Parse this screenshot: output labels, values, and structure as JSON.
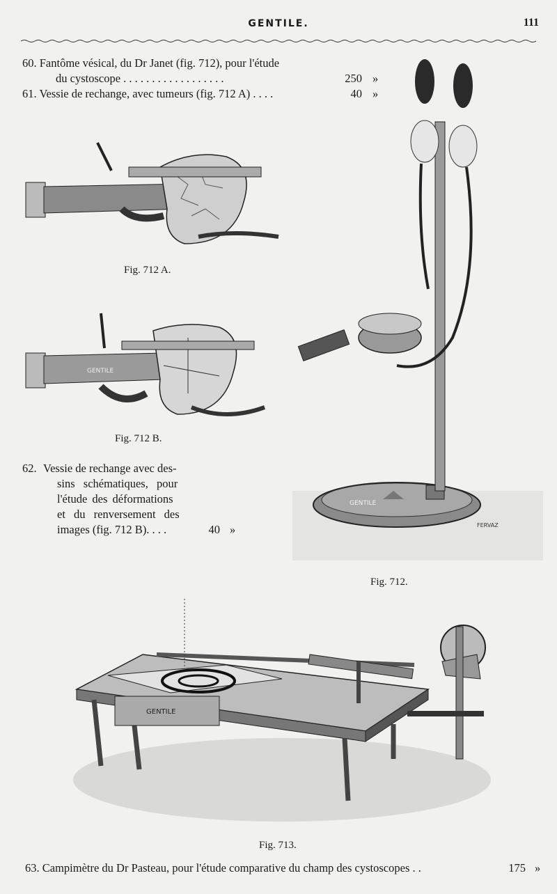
{
  "header": {
    "title": "GENTILE.",
    "page_number": "111"
  },
  "items": [
    {
      "number": "60.",
      "line1": "Fantôme vésical, du Dr Janet (fig. 712), pour l'étude",
      "line2": "du cystoscope . . . . . . . . . . . . . . . . . .",
      "price": "250",
      "unit": "»"
    },
    {
      "number": "61.",
      "line1": "Vessie de rechange, avec tumeurs (fig. 712 A) . . . .",
      "price": "40",
      "unit": "»"
    },
    {
      "number": "62.",
      "lines": [
        "Vessie de rechange avec des-",
        "sins schématiques, pour",
        "l'étude des déformations",
        "et du renversement des",
        "images (fig. 712 B). . . ."
      ],
      "price": "40",
      "unit": "»"
    },
    {
      "number": "63.",
      "line1": "Campimètre du Dr Pasteau, pour l'étude comparative du champ des cystoscopes . .",
      "price": "175",
      "unit": "»"
    }
  ],
  "figures": {
    "fig_712a": "Fig. 712 A.",
    "fig_712b": "Fig. 712 B.",
    "fig_712": "Fig. 712.",
    "fig_713": "Fig. 713."
  },
  "engravings": {
    "brand": "GENTILE",
    "signature": "FERVAZ"
  }
}
